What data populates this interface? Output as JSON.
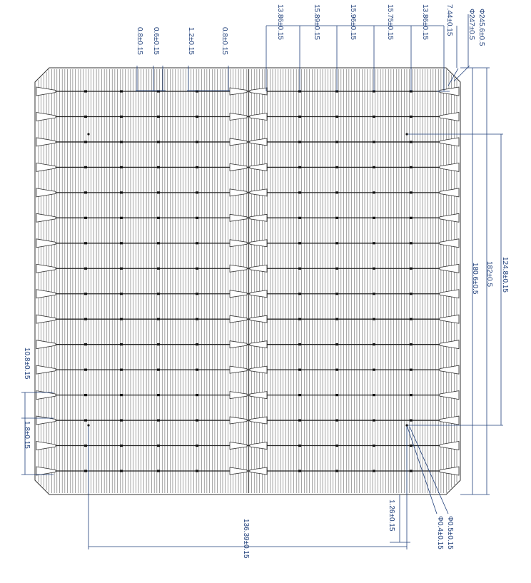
{
  "colors": {
    "dimension": "#1f3f7a",
    "grid": "#555555",
    "busbar": "#222222",
    "background": "#ffffff"
  },
  "cell": {
    "busbar_count": 16,
    "finger_count": 160
  },
  "dimensions_top": [
    {
      "id": "d1",
      "label": "0.8±0.15"
    },
    {
      "id": "d2",
      "label": "0.6±0.15"
    },
    {
      "id": "d3",
      "label": "1.2±0.15"
    },
    {
      "id": "d4",
      "label": "0.8±0.15"
    },
    {
      "id": "d5",
      "label": "13.86±0.15"
    },
    {
      "id": "d6",
      "label": "15.89±0.15"
    },
    {
      "id": "d7",
      "label": "15.96±0.15"
    },
    {
      "id": "d8",
      "label": "15.75±0.15"
    },
    {
      "id": "d9",
      "label": "13.86±0.15"
    },
    {
      "id": "d10",
      "label": "7.44±0.15"
    },
    {
      "id": "d11",
      "label": "Φ247±0.5"
    },
    {
      "id": "d12",
      "label": "Φ245.6±0.5"
    }
  ],
  "dimensions_right": [
    {
      "id": "r1",
      "label": "180.6±0.5"
    },
    {
      "id": "r2",
      "label": "182±0.5"
    },
    {
      "id": "r3",
      "label": "124.8±0.15"
    }
  ],
  "dimensions_left": [
    {
      "id": "l1",
      "label": "10.8±0.15"
    },
    {
      "id": "l2",
      "label": "1.8±0.15"
    }
  ],
  "dimensions_bottom": [
    {
      "id": "b1",
      "label": "1.26±0.15"
    },
    {
      "id": "b2",
      "label": "136.39±0.15"
    },
    {
      "id": "b3",
      "label": "Φ0.4±0.15"
    },
    {
      "id": "b4",
      "label": "Φ0.5±0.15"
    }
  ]
}
